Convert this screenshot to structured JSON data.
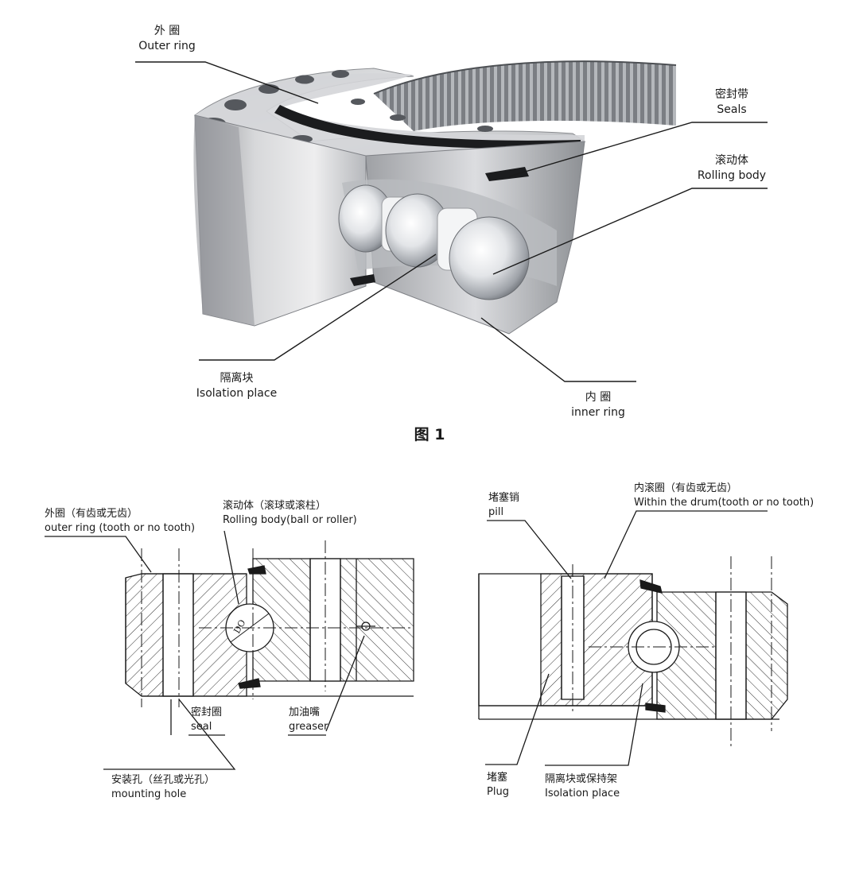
{
  "figure": {
    "title": "图 1",
    "labels": {
      "outer_ring": {
        "cn": "外 圈",
        "en": "Outer ring"
      },
      "seals": {
        "cn": "密封带",
        "en": "Seals"
      },
      "rolling_body": {
        "cn": "滚动体",
        "en": "Rolling body"
      },
      "isolation_place": {
        "cn": "隔离块",
        "en": "Isolation place"
      },
      "inner_ring": {
        "cn": "内 圈",
        "en": "inner ring"
      }
    }
  },
  "left_diagram": {
    "outer_ring": {
      "cn": "外圈（有齿或无齿）",
      "en": "outer ring (tooth or no tooth)"
    },
    "rolling_body": {
      "cn": "滚动体（滚球或滚柱）",
      "en": "Rolling body(ball or roller)"
    },
    "seal": {
      "cn": "密封圈",
      "en": "seal"
    },
    "greaser": {
      "cn": "加油嘴",
      "en": "greaser"
    },
    "mounting_hole": {
      "cn": "安装孔（丝孔或光孔）",
      "en": "mounting hole"
    },
    "ball_dim": "DO"
  },
  "right_diagram": {
    "pill": {
      "cn": "堵塞销",
      "en": "pill"
    },
    "inner_drum": {
      "cn": "内滚圈（有齿或无齿）",
      "en": "Within the drum(tooth or no tooth)"
    },
    "plug": {
      "cn": "堵塞",
      "en": "Plug"
    },
    "isolation": {
      "cn": "隔离块或保持架",
      "en": "Isolation place"
    }
  },
  "colors": {
    "line": "#1a1a1a",
    "metal_light": "#d9dadc",
    "metal_mid": "#a9abaf",
    "metal_dark": "#6d7075"
  }
}
